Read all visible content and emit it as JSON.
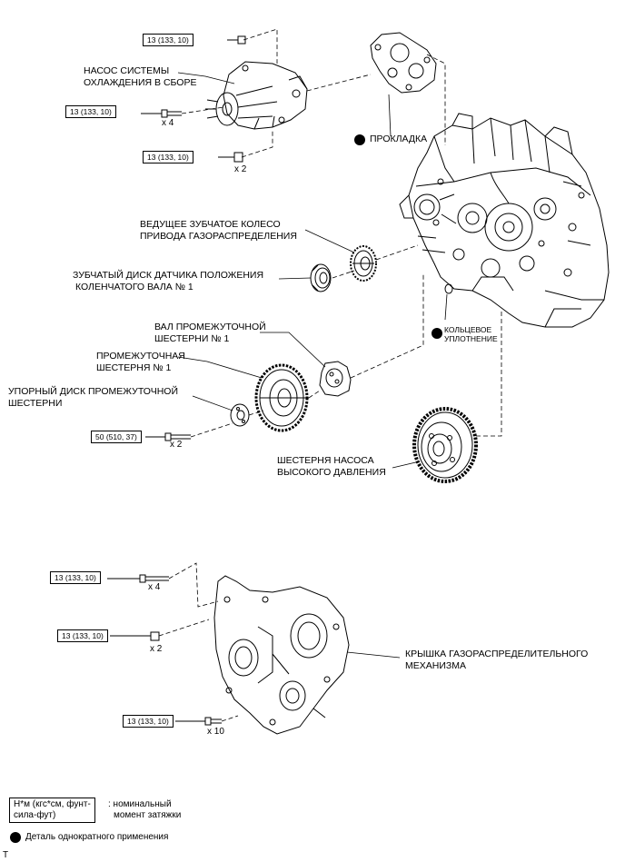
{
  "labels": {
    "water_pump": [
      "НАСОС СИСТЕМЫ",
      "ОХЛАЖДЕНИЯ В СБОРЕ"
    ],
    "gasket": "ПРОКЛАДКА",
    "camshaft_gear": [
      "ВЕДУЩЕЕ ЗУБЧАТОЕ КОЛЕСО",
      "ПРИВОДА ГАЗОРАСПРЕДЕЛЕНИЯ"
    ],
    "crank_sensor_plate": [
      "ЗУБЧАТЫЙ ДИСК ДАТЧИКА ПОЛОЖЕНИЯ",
      "КОЛЕНЧАТОГО ВАЛА № 1"
    ],
    "idler_shaft": [
      "ВАЛ ПРОМЕЖУТОЧНОЙ",
      "ШЕСТЕРНИ № 1"
    ],
    "idler_gear": [
      "ПРОМЕЖУТОЧНАЯ",
      "ШЕСТЕРНЯ № 1"
    ],
    "thrust_plate": [
      "УПОРНЫЙ ДИСК ПРОМЕЖУТОЧНОЙ",
      "ШЕСТЕРНИ"
    ],
    "o_ring": [
      "КОЛЬЦЕВОЕ",
      "УПЛОТНЕНИЕ"
    ],
    "pump_gear": [
      "ШЕСТЕРНЯ НАСОСА",
      "ВЫСОКОГО ДАВЛЕНИЯ"
    ],
    "timing_cover": [
      "КРЫШКА ГАЗОРАСПРЕДЕЛИТЕЛЬНОГО",
      "МЕХАНИЗМА"
    ]
  },
  "torques": {
    "t1": "13 (133, 10)",
    "t2": "13 (133, 10)",
    "t3": "13 (133, 10)",
    "t4": "50 (510, 37)",
    "t5": "13 (133, 10)",
    "t6": "13 (133, 10)",
    "t7": "13 (133, 10)"
  },
  "quantities": {
    "q1": "x 4",
    "q2": "x 2",
    "q3": "x 2",
    "q4": "x 4",
    "q5": "x 2",
    "q6": "x 10"
  },
  "legend": {
    "unit_box": [
      "Н*м (кгс*см, фунт-",
      "сила-фут)"
    ],
    "unit_desc": [
      ": номинальный",
      "момент затяжки"
    ],
    "non_reusable": "Деталь однократного применения"
  },
  "corner_mark": "T"
}
